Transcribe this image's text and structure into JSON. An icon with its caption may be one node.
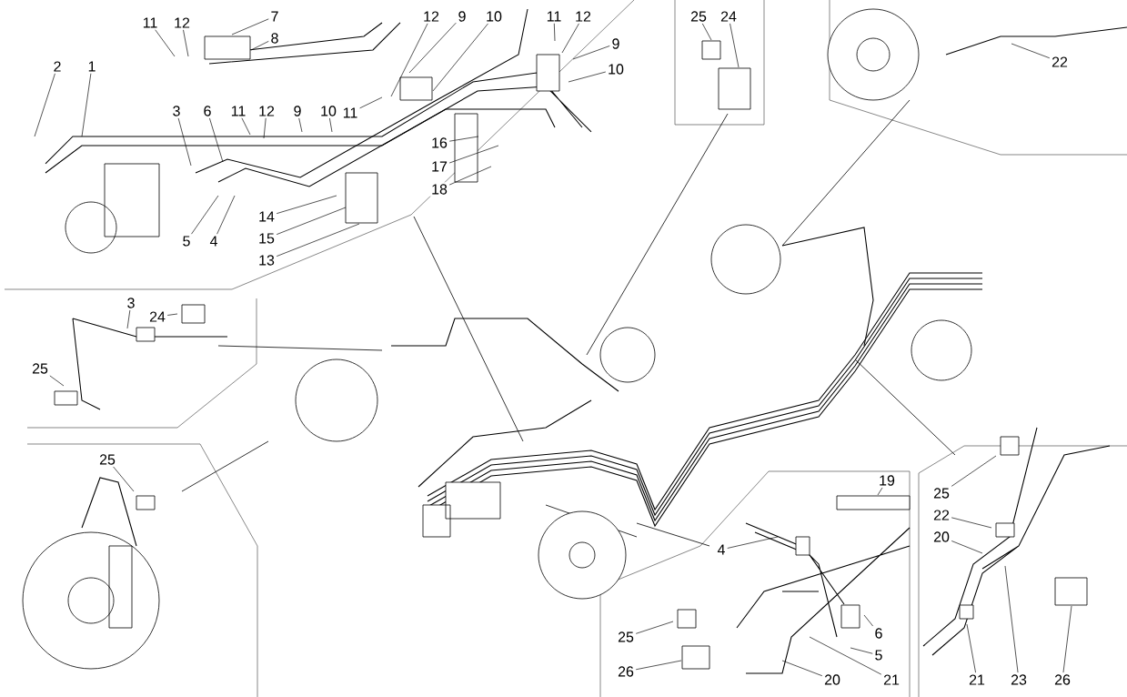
{
  "diagram": {
    "nodes": [
      {
        "text": [
          "11"
        ]
      },
      {
        "text": [
          "12"
        ]
      },
      {
        "text": [
          "7"
        ]
      },
      {
        "text": [
          "8"
        ]
      },
      {
        "text": [
          "2"
        ]
      },
      {
        "text": [
          "1"
        ]
      },
      {
        "text": [
          "3"
        ]
      },
      {
        "text": [
          "6"
        ]
      },
      {
        "text": [
          "11"
        ]
      },
      {
        "text": [
          "12"
        ]
      },
      {
        "text": [
          "9"
        ]
      },
      {
        "text": [
          "10"
        ]
      },
      {
        "text": [
          "5"
        ]
      },
      {
        "text": [
          "4"
        ]
      },
      {
        "text": [
          "14"
        ]
      },
      {
        "text": [
          "15"
        ]
      },
      {
        "text": [
          "13"
        ]
      },
      {
        "text": [
          "12"
        ]
      },
      {
        "text": [
          "9"
        ]
      },
      {
        "text": [
          "10"
        ]
      },
      {
        "text": [
          "11"
        ]
      },
      {
        "text": [
          "16"
        ]
      },
      {
        "text": [
          "17"
        ]
      },
      {
        "text": [
          "18"
        ]
      },
      {
        "text": [
          "11"
        ]
      },
      {
        "text": [
          "12"
        ]
      },
      {
        "text": [
          "9"
        ]
      },
      {
        "text": [
          "10"
        ]
      },
      {
        "text": [
          "25"
        ]
      },
      {
        "text": [
          "24"
        ]
      },
      {
        "text": [
          "22"
        ]
      },
      {
        "text": [
          "3"
        ]
      },
      {
        "text": [
          "24"
        ]
      },
      {
        "text": [
          "25"
        ]
      },
      {
        "text": [
          "25"
        ]
      },
      {
        "text": [
          "19"
        ]
      },
      {
        "text": [
          "4"
        ]
      },
      {
        "text": [
          "25"
        ]
      },
      {
        "text": [
          "26"
        ]
      },
      {
        "text": [
          "6"
        ]
      },
      {
        "text": [
          "5"
        ]
      },
      {
        "text": [
          "20"
        ]
      },
      {
        "text": [
          "21"
        ]
      },
      {
        "text": [
          "25"
        ]
      },
      {
        "text": [
          "22"
        ]
      },
      {
        "text": [
          "20"
        ]
      },
      {
        "text": [
          "21"
        ]
      },
      {
        "text": [
          "23"
        ]
      },
      {
        "text": [
          "26"
        ]
      }
    ],
    "edges": [
      {
        "from": 0,
        "to": null,
        "arrow": "none"
      },
      {
        "from": 1,
        "to": null,
        "arrow": "none"
      },
      {
        "from": 2,
        "to": null,
        "arrow": "none"
      },
      {
        "from": 3,
        "to": null,
        "arrow": "none"
      },
      {
        "from": 4,
        "to": null,
        "arrow": "none"
      },
      {
        "from": 5,
        "to": null,
        "arrow": "none"
      },
      {
        "from": 6,
        "to": null,
        "arrow": "none"
      },
      {
        "from": 7,
        "to": null,
        "arrow": "none"
      },
      {
        "from": 8,
        "to": null,
        "arrow": "none"
      },
      {
        "from": 9,
        "to": null,
        "arrow": "none"
      },
      {
        "from": 10,
        "to": null,
        "arrow": "none"
      },
      {
        "from": 11,
        "to": null,
        "arrow": "none"
      },
      {
        "from": 12,
        "to": null,
        "arrow": "none"
      },
      {
        "from": 13,
        "to": null,
        "arrow": "none"
      },
      {
        "from": 14,
        "to": null,
        "arrow": "none"
      },
      {
        "from": 15,
        "to": null,
        "arrow": "none"
      },
      {
        "from": 16,
        "to": null,
        "arrow": "none"
      },
      {
        "from": 17,
        "to": null,
        "arrow": "none"
      },
      {
        "from": 18,
        "to": null,
        "arrow": "none"
      },
      {
        "from": 19,
        "to": null,
        "arrow": "none"
      },
      {
        "from": 20,
        "to": null,
        "arrow": "none"
      },
      {
        "from": 21,
        "to": null,
        "arrow": "none"
      },
      {
        "from": 22,
        "to": null,
        "arrow": "none"
      },
      {
        "from": 23,
        "to": null,
        "arrow": "none"
      },
      {
        "from": 24,
        "to": null,
        "arrow": "none"
      },
      {
        "from": 25,
        "to": null,
        "arrow": "none"
      },
      {
        "from": 26,
        "to": null,
        "arrow": "none"
      },
      {
        "from": 27,
        "to": null,
        "arrow": "none"
      },
      {
        "from": 28,
        "to": null,
        "arrow": "none"
      },
      {
        "from": 29,
        "to": null,
        "arrow": "none"
      },
      {
        "from": 30,
        "to": null,
        "arrow": "none"
      },
      {
        "from": 31,
        "to": null,
        "arrow": "none"
      },
      {
        "from": 32,
        "to": null,
        "arrow": "none"
      },
      {
        "from": 33,
        "to": null,
        "arrow": "none"
      },
      {
        "from": 34,
        "to": null,
        "arrow": "none"
      },
      {
        "from": 35,
        "to": null,
        "arrow": "none"
      },
      {
        "from": 36,
        "to": null,
        "arrow": "none"
      },
      {
        "from": 37,
        "to": null,
        "arrow": "none"
      },
      {
        "from": 38,
        "to": null,
        "arrow": "none"
      },
      {
        "from": 39,
        "to": null,
        "arrow": "none"
      },
      {
        "from": 40,
        "to": null,
        "arrow": "none"
      },
      {
        "from": 41,
        "to": null,
        "arrow": "none"
      },
      {
        "from": 42,
        "to": null,
        "arrow": "none"
      },
      {
        "from": 43,
        "to": null,
        "arrow": "none"
      },
      {
        "from": 44,
        "to": null,
        "arrow": "none"
      },
      {
        "from": 45,
        "to": null,
        "arrow": "none"
      },
      {
        "from": 46,
        "to": null,
        "arrow": "none"
      },
      {
        "from": 47,
        "to": null,
        "arrow": "none"
      },
      {
        "from": 48,
        "to": null,
        "arrow": "none"
      }
    ]
  }
}
